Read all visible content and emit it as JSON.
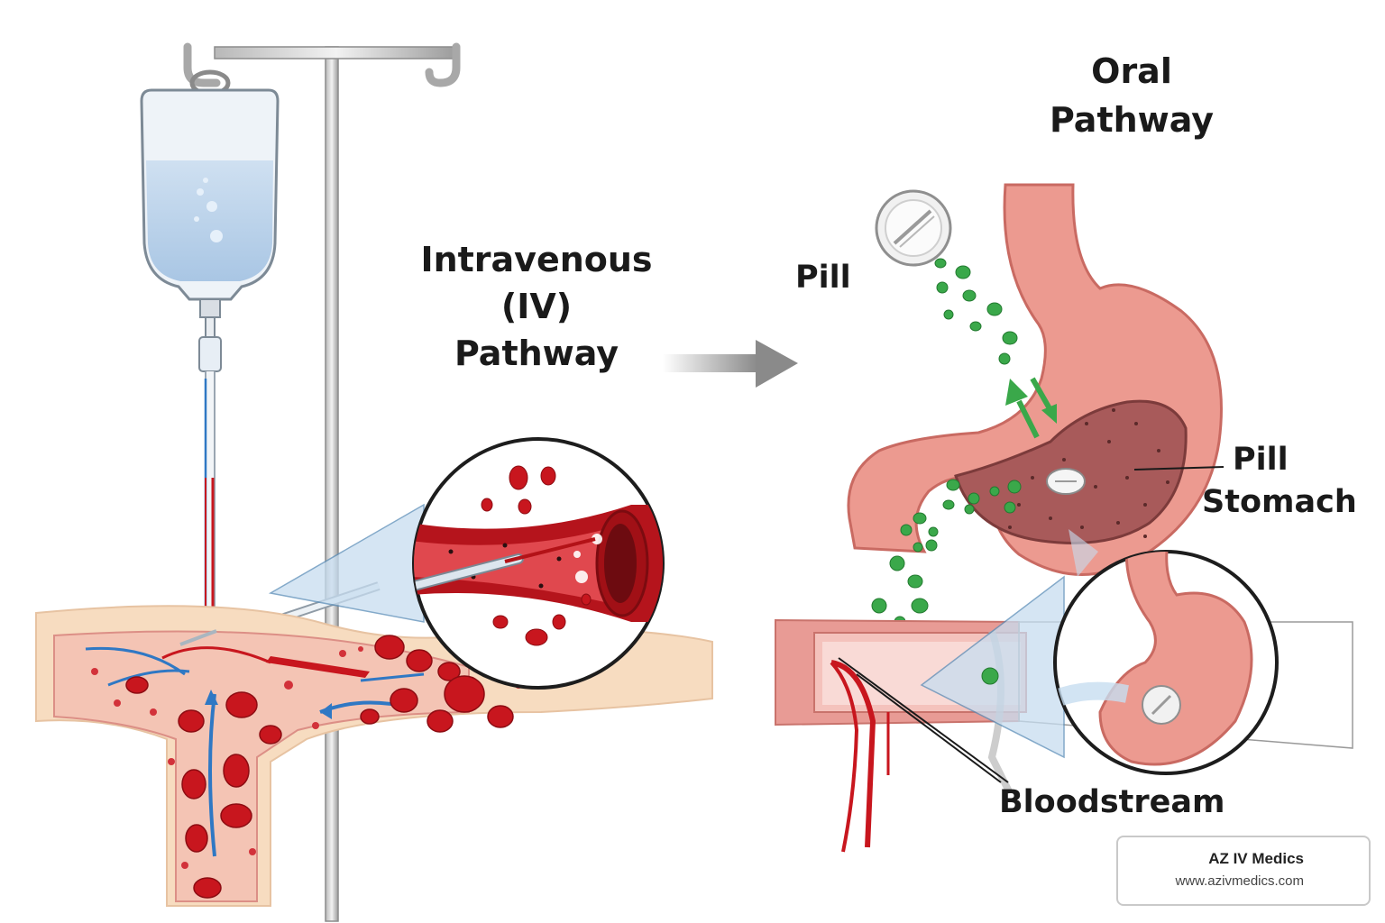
{
  "iv_pathway": {
    "title_line1": "Intravenous",
    "title_line2": "(IV)",
    "title_line3": "Pathway"
  },
  "oral_pathway": {
    "title_line1": "Oral",
    "title_line2": "Pathway",
    "pill_label": "Pill",
    "pill_label_2": "Pill",
    "stomach_label": "Stomach",
    "bloodstream_label": "Bloodstream"
  },
  "branding": {
    "name": "AZ IV Medics",
    "url": "www.azivmedics.com",
    "logo_text": "AZ IV MEDICS"
  },
  "colors": {
    "blood": "#c8161e",
    "skin": "#f7dcc0",
    "stomach": "#e98c85",
    "drug_particles": "#3aa84a",
    "iv_fluid": "#b9d3ea"
  }
}
